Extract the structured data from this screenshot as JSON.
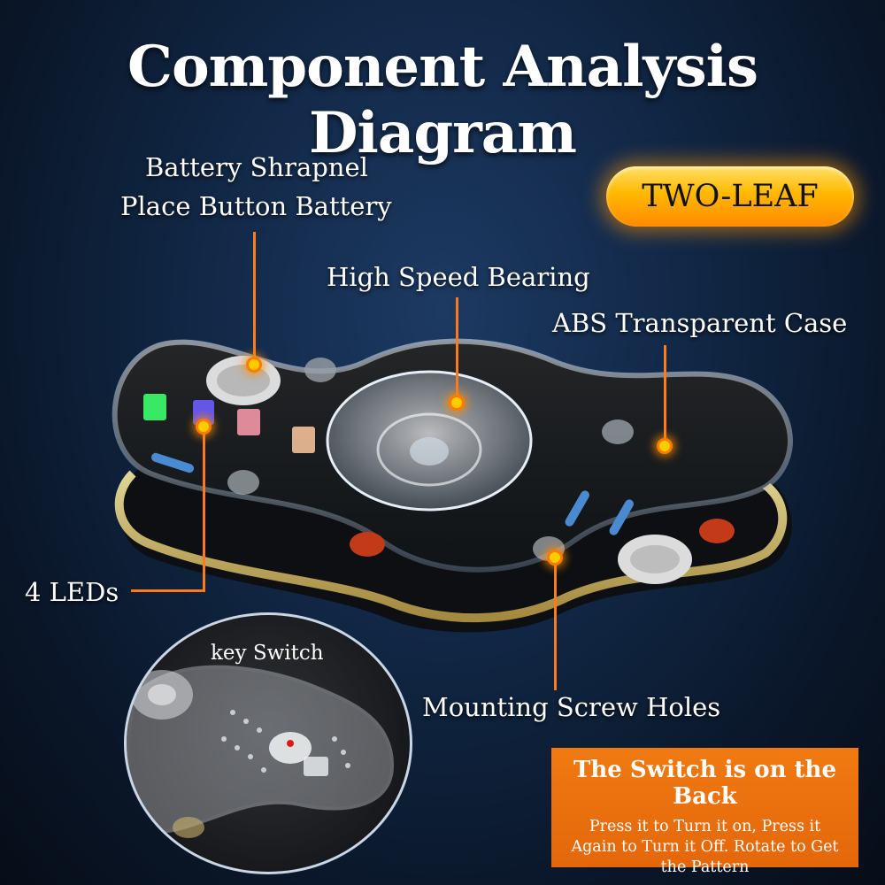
{
  "title": "Component Analysis Diagram",
  "badge": "TWO-LEAF",
  "callouts": {
    "battery_line1": "Battery Shrapnel",
    "battery_line2": "Place Button Battery",
    "bearing": "High Speed Bearing",
    "case": "ABS Transparent Case",
    "leds": "4 LEDs",
    "screw": "Mounting Screw Holes"
  },
  "inset": {
    "key_label": "key Switch"
  },
  "notice": {
    "title": "The Switch is on the Back",
    "body": "Press it to Turn it on, Press it Again to Turn it Off. Rotate to Get the Pattern"
  },
  "colors": {
    "accent": "#ff7a1a",
    "badge": "#ffb800",
    "background": "#112745",
    "notice": "#e4670a"
  },
  "leds": [
    "#3cff6e",
    "#6a5cff",
    "#ff9fb0",
    "#ffc9a0"
  ]
}
